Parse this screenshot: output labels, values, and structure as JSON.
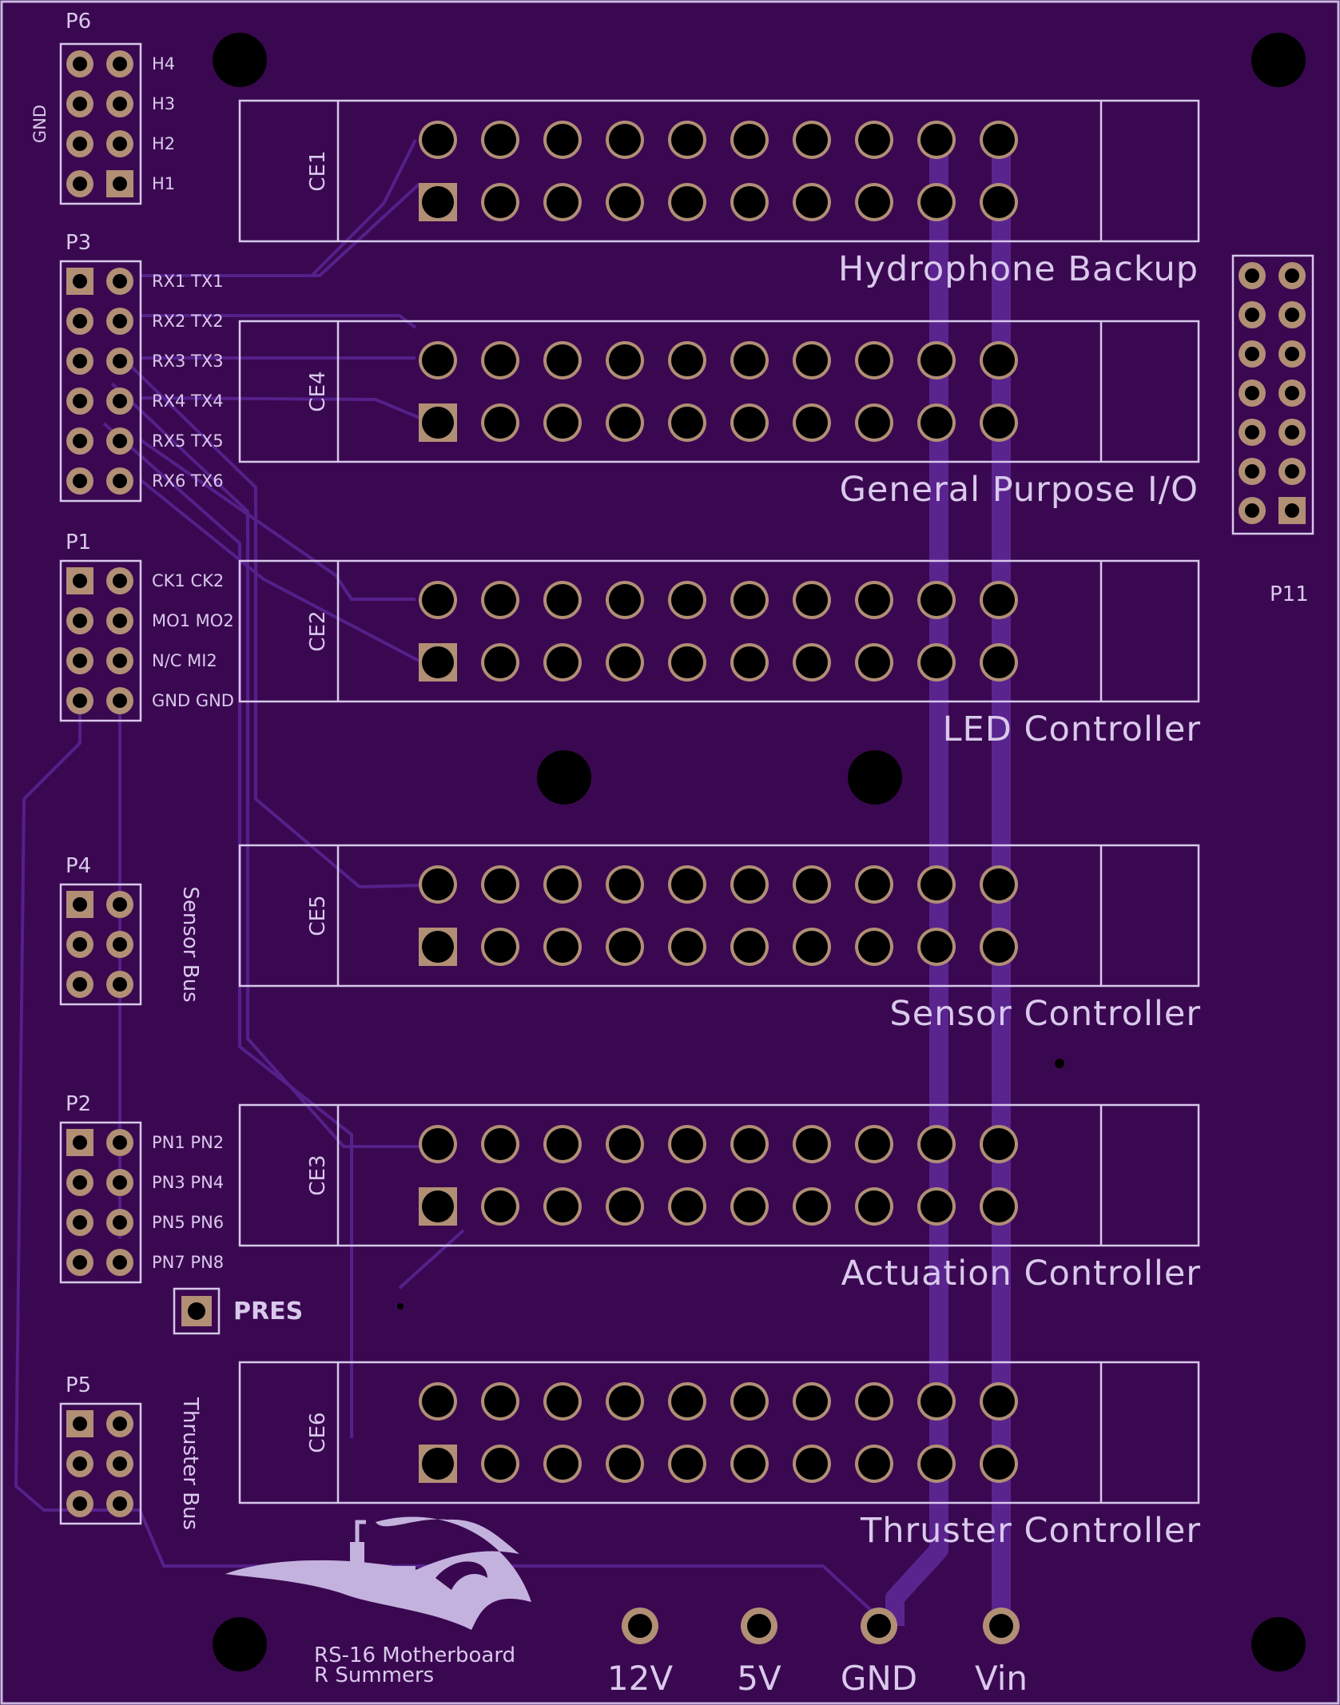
{
  "colors": {
    "board": "#3a0850",
    "silkscreen": "#d9c9ec",
    "trace": "#55208a",
    "copper": "#b08f75",
    "drill": "#000000"
  },
  "board": {
    "credit_line1": "RS-16 Motherboard",
    "credit_line2": "R Summers",
    "logo_icon": "submarine-wave-logo-icon"
  },
  "headers_left": [
    {
      "ref": "P6",
      "labels": [
        "H4",
        "H3",
        "H2",
        "H1"
      ],
      "side_label": "GND"
    },
    {
      "ref": "P3",
      "labels": [
        "RX1 TX1",
        "RX2 TX2",
        "RX3 TX3",
        "RX4 TX4",
        "RX5 TX5",
        "RX6 TX6"
      ]
    },
    {
      "ref": "P1",
      "labels": [
        "CK1 CK2",
        "MO1 MO2",
        "N/C MI2",
        "GND GND"
      ]
    },
    {
      "ref": "P4",
      "side_label": "Sensor Bus"
    },
    {
      "ref": "P2",
      "labels": [
        "PN1 PN2",
        "PN3 PN4",
        "PN5 PN6",
        "PN7 PN8"
      ]
    },
    {
      "ref": "P5",
      "side_label": "Thruster Bus"
    }
  ],
  "header_right": {
    "ref": "P11"
  },
  "pres_pad": {
    "label": "PRES"
  },
  "slots": [
    {
      "ref": "CE1",
      "title": "Hydrophone Backup"
    },
    {
      "ref": "CE4",
      "title": "General Purpose I/O"
    },
    {
      "ref": "CE2",
      "title": "LED Controller"
    },
    {
      "ref": "CE5",
      "title": "Sensor Controller"
    },
    {
      "ref": "CE3",
      "title": "Actuation Controller"
    },
    {
      "ref": "CE6",
      "title": "Thruster Controller"
    }
  ],
  "power_pins": [
    "12V",
    "5V",
    "GND",
    "Vin"
  ]
}
